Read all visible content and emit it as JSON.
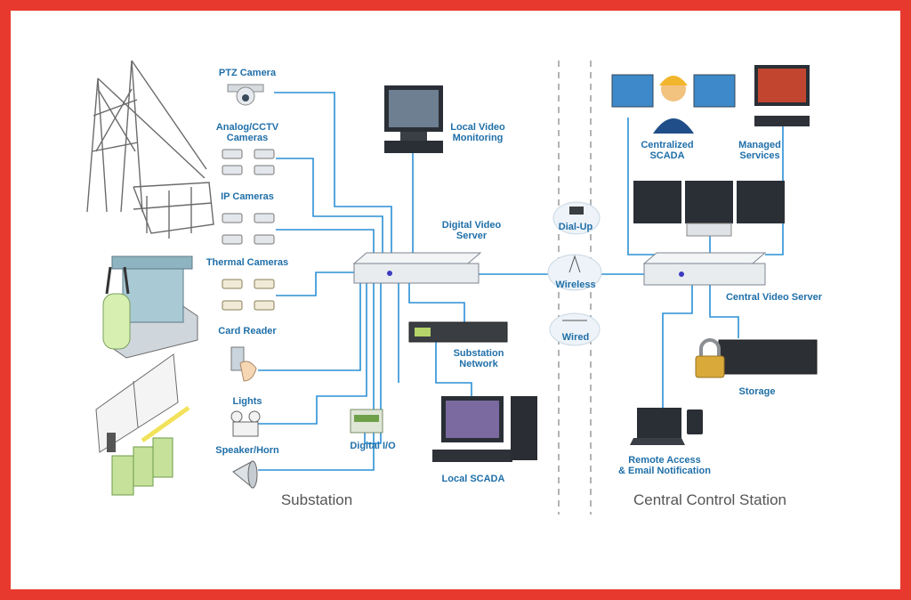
{
  "colors": {
    "frame": "#e8392f",
    "link": "#2b8fd6",
    "label": "#1f6fa8",
    "section": "#555555",
    "device": "#e9ecef",
    "screen": "#1d2a3a"
  },
  "substation": {
    "title": "Substation",
    "ptz_camera": "PTZ Camera",
    "analog_cctv": "Analog/CCTV\nCameras",
    "ip_cameras": "IP Cameras",
    "thermal_cameras": "Thermal Cameras",
    "card_reader": "Card Reader",
    "lights": "Lights",
    "speaker_horn": "Speaker/Horn",
    "local_video_monitoring": "Local Video\nMonitoring",
    "digital_video_server": "Digital Video\nServer",
    "substation_network": "Substation\nNetwork",
    "digital_io": "Digital I/O",
    "local_scada": "Local SCADA"
  },
  "links": {
    "dial_up": "Dial-Up",
    "wireless": "Wireless",
    "wired": "Wired"
  },
  "central": {
    "title": "Central Control Station",
    "centralized_scada": "Centralized\nSCADA",
    "managed_services": "Managed\nServices",
    "central_video_server": "Central Video Server",
    "storage": "Storage",
    "remote_access": "Remote Access\n& Email Notification"
  }
}
